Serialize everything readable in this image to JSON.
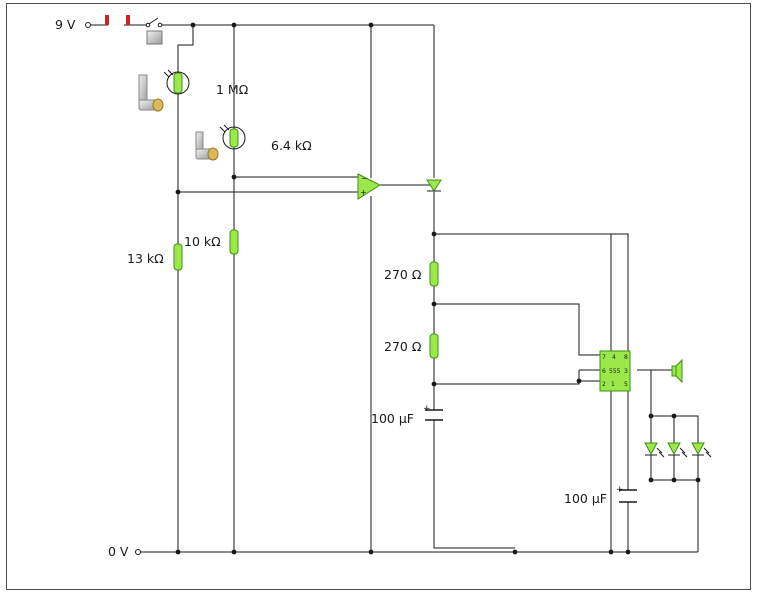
{
  "rails": {
    "positive": "9 V",
    "ground": "0 V"
  },
  "components": {
    "resistor_1M": "1 MΩ",
    "resistor_6k4": "6.4 kΩ",
    "resistor_13k": "13 kΩ",
    "resistor_10k": "10 kΩ",
    "resistor_270_top": "270 Ω",
    "resistor_270_bottom": "270 Ω",
    "capacitor_left": "100 µF",
    "capacitor_right": "100 µF"
  },
  "ic555": {
    "name": "555",
    "pins": {
      "p7": "7",
      "p4": "4",
      "p8": "8",
      "p6": "6",
      "p3": "3",
      "p2": "2",
      "p1": "1",
      "p5": "5"
    }
  },
  "opamp": {
    "minus": "−",
    "plus": "+"
  },
  "capacitor_polarity": "+",
  "colors": {
    "wire": "#1a1a1a",
    "component": "#9be84a",
    "component_edge": "#3f8f14",
    "switch": "#d42020",
    "lamp": "#d9b85e"
  }
}
